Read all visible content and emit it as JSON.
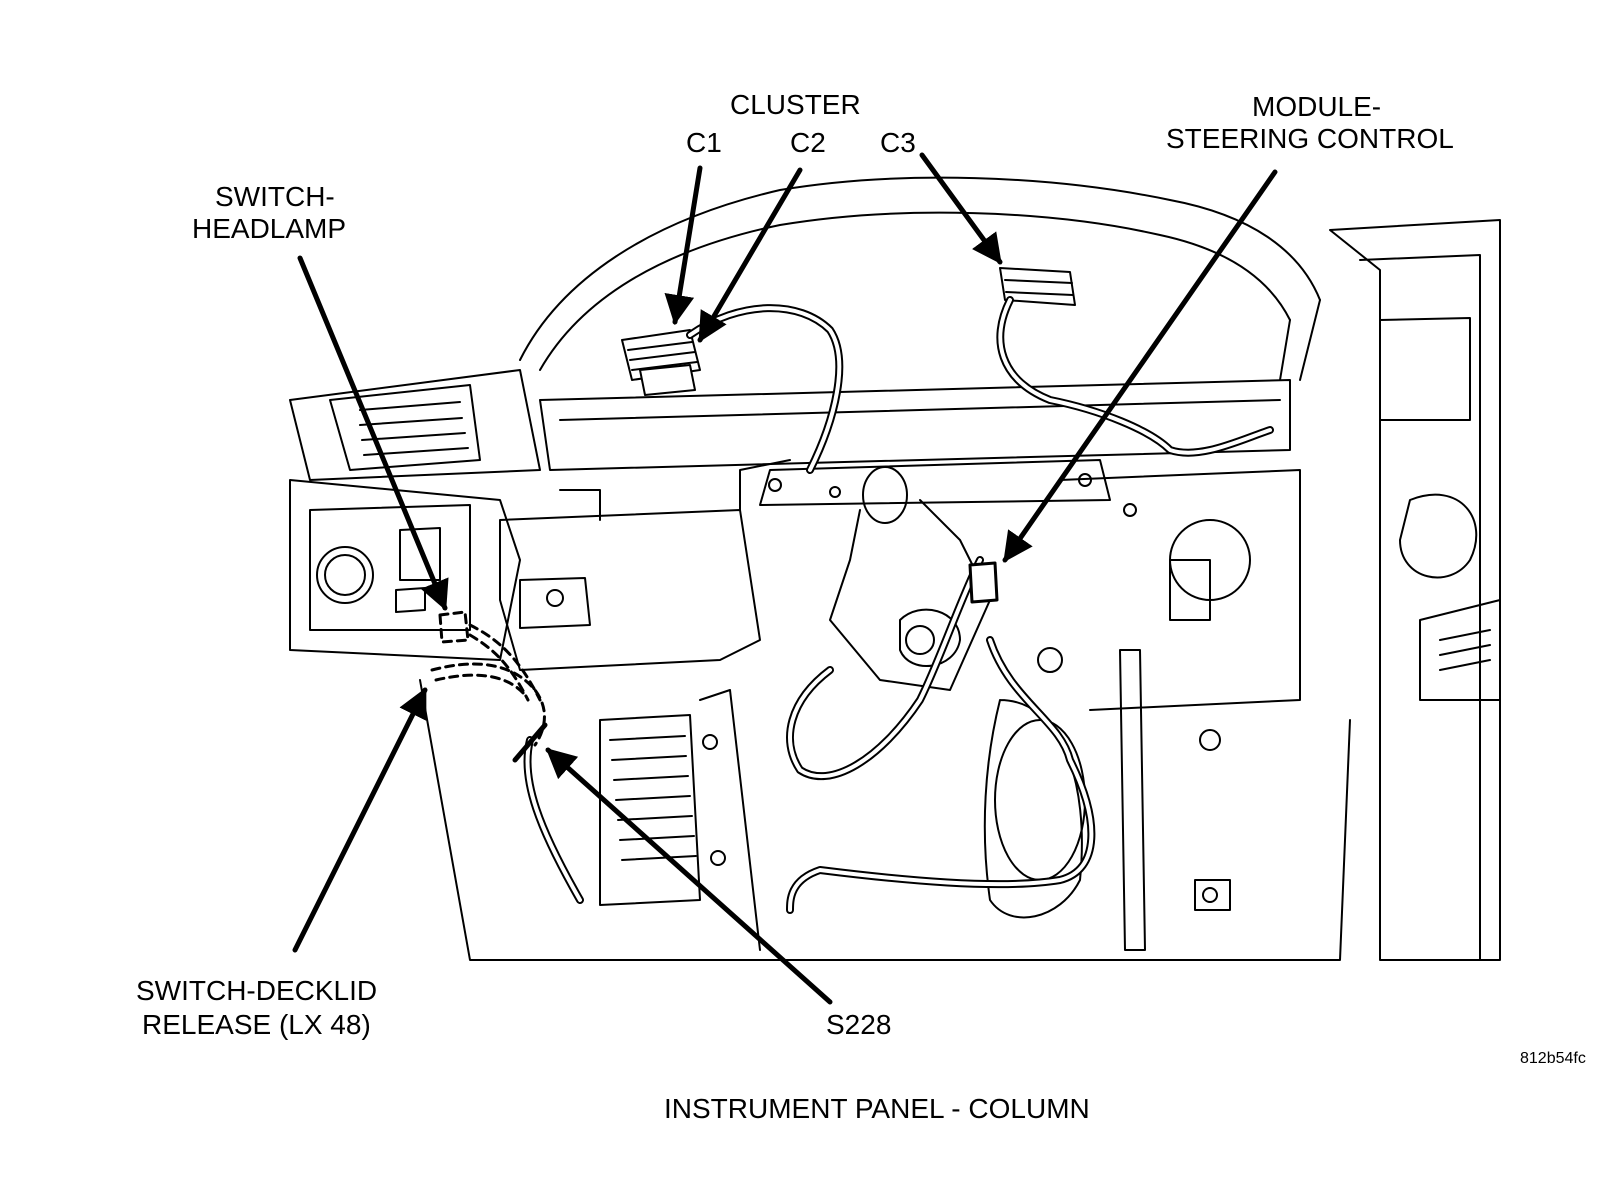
{
  "diagram": {
    "title": "INSTRUMENT PANEL - COLUMN",
    "figure_id": "812b54fc",
    "labels": {
      "cluster": "CLUSTER",
      "c1": "C1",
      "c2": "C2",
      "c3": "C3",
      "module_line1": "MODULE-",
      "module_line2": "STEERING CONTROL",
      "headlamp_line1": "SWITCH-",
      "headlamp_line2": "HEADLAMP",
      "decklid_line1": "SWITCH-DECKLID",
      "decklid_line2": "RELEASE (LX 48)",
      "splice": "S228"
    },
    "colors": {
      "ink": "#000000",
      "paper": "#ffffff"
    }
  }
}
